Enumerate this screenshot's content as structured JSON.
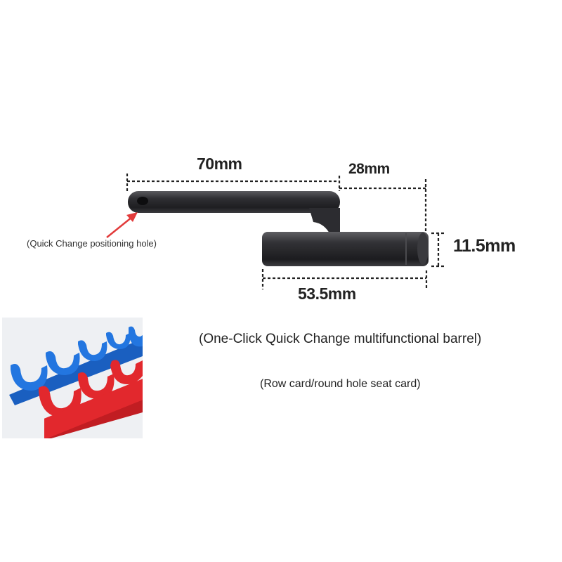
{
  "dimensions": {
    "length_top": "70mm",
    "length_offset": "28mm",
    "diameter": "11.5mm",
    "length_bottom": "53.5mm"
  },
  "annotation": "(Quick Change positioning hole)",
  "captions": {
    "barrel": "(One-Click Quick Change multifunctional barrel)",
    "card": "(Row card/round hole seat card)"
  },
  "colors": {
    "rod": "#2b2b2d",
    "arrow": "#e23b3b",
    "clip_blue": "#1f6fd6",
    "clip_red": "#e0282c",
    "dash": "#222222"
  }
}
